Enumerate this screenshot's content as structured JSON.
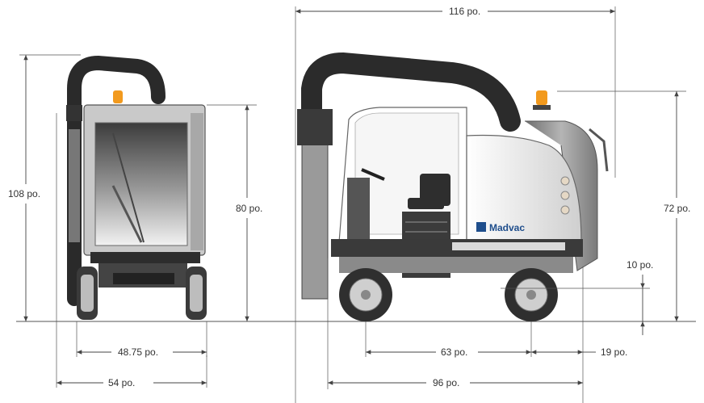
{
  "brand": {
    "name": "Madvac",
    "color": "#1f4e8c"
  },
  "colors": {
    "body_dark": "#3a3a3a",
    "body_mid": "#8c8c8c",
    "body_light": "#d6d6d6",
    "cab_white": "#eeeeee",
    "beacon": "#f29a1e"
  },
  "dimensions": {
    "front_height": "108 po.",
    "front_cab_height": "80 po.",
    "front_track_width": "48.75 po.",
    "front_overall_width": "54 po.",
    "side_overall_length": "116 po.",
    "side_height": "72 po.",
    "side_ground_clearance": "10 po.",
    "side_wheelbase": "63 po.",
    "side_rear_overhang": "19 po.",
    "side_base_length": "96 po."
  }
}
